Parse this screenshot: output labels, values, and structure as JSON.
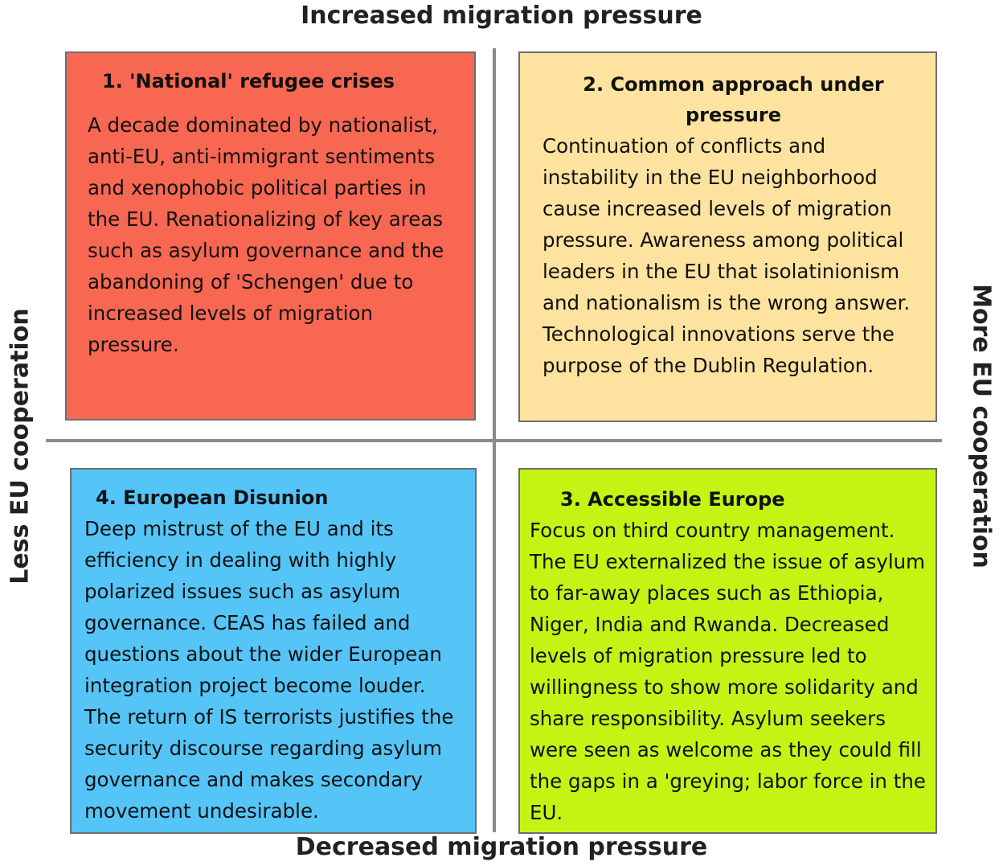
{
  "axes": {
    "top": "Increased migration pressure",
    "bottom": "Decreased migration pressure",
    "left": "Less EU cooperation",
    "right": "More EU cooperation"
  },
  "quadrants": [
    {
      "title": "1. 'National' refugee crises",
      "text": "A decade dominated by nationalist, anti-EU, anti-immigrant sentiments and xenophobic political parties in the EU. Renationalizing of key areas such as asylum governance and the abandoning of 'Schengen' due to increased levels of migration pressure.",
      "color": "#f86752"
    },
    {
      "title": "2. Common approach under pressure",
      "text": "Continuation of conflicts and instability in the EU neighborhood cause increased levels of migration pressure. Awareness among political leaders in the EU that isolatinionism and nationalism is the wrong answer. Technological innovations serve the purpose of the Dublin Regulation.",
      "color": "#fde39f"
    },
    {
      "title": "3. Accessible Europe",
      "text": "Focus on third country management. The EU externalized the issue of asylum to far-away places such as Ethiopia, Niger, India and Rwanda. Decreased levels of migration pressure led to willingness to show more solidarity and share responsibility. Asylum seekers were seen as welcome as they could fill the gaps in a 'greying; labor force in the EU.",
      "color": "#c4f414"
    },
    {
      "title": "4. European Disunion",
      "text": "Deep mistrust of the EU and its efficiency in dealing with highly polarized issues such as asylum governance. CEAS has failed and questions about the wider European integration project become louder. The return of IS terrorists justifies the security discourse regarding asylum governance and makes secondary movement undesirable.",
      "color": "#55c5f8"
    }
  ]
}
